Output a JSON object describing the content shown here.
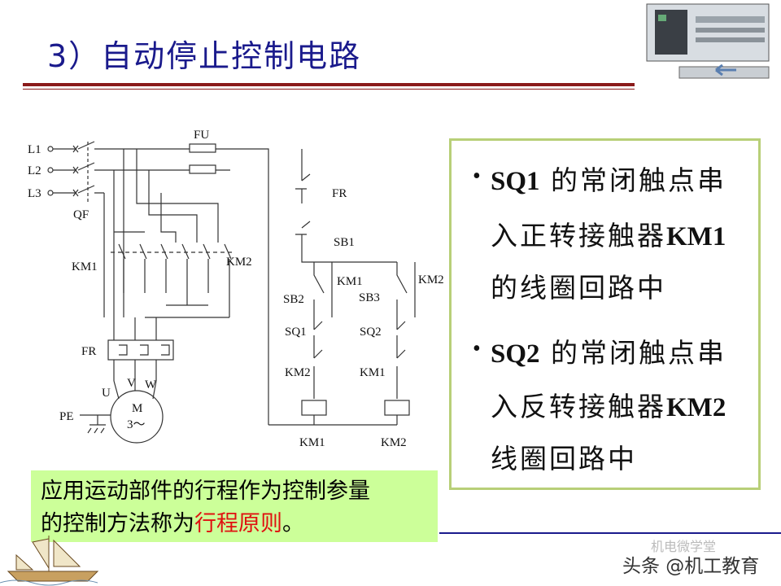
{
  "title": "3）自动停止控制电路",
  "circuit": {
    "L1": "L1",
    "L2": "L2",
    "L3": "L3",
    "QF": "QF",
    "FU": "FU",
    "KM1": "KM1",
    "KM2": "KM2",
    "FR": "FR",
    "U": "U",
    "V": "V",
    "W": "W",
    "PE": "PE",
    "M": "M",
    "M3": "3～",
    "SB1": "SB1",
    "SB2": "SB2",
    "SB3": "SB3",
    "SQ1": "SQ1",
    "SQ2": "SQ2"
  },
  "bullets": [
    {
      "line1_key": "SQ1",
      "line1_rest": "的常闭触点串",
      "line2_rest": "入正转接触器",
      "line2_key": "KM1",
      "line3": "的线圈回路中"
    },
    {
      "line1_key": "SQ2",
      "line1_rest": "的常闭触点串",
      "line2_rest": "入反转接触器",
      "line2_key": "KM2",
      "line3": "线圈回路中"
    }
  ],
  "note": {
    "line1": "应用运动部件的行程作为控制参量",
    "line2_prefix": "的控制方法称为",
    "highlight": "行程原则",
    "suffix": "。"
  },
  "watermark": {
    "faded": "机电微学堂",
    "main": "头条 @机工教育"
  },
  "colors": {
    "title": "#1a1a8c",
    "rule": "#8b1a1a",
    "box_border": "#b8cf78",
    "note_bg": "#ccff99",
    "highlight": "#e01010"
  }
}
